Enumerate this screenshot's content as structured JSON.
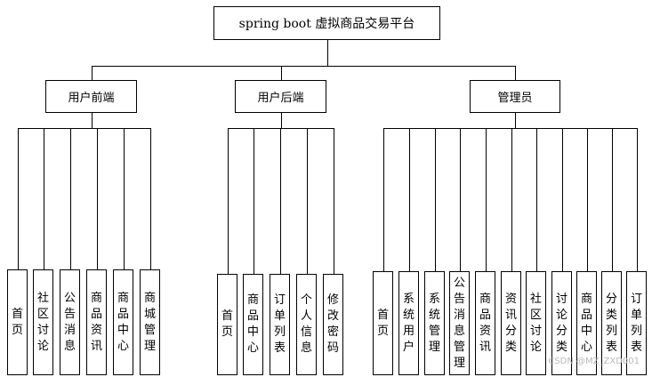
{
  "root": {
    "label": "spring boot 虚拟商品交易平台"
  },
  "categories": [
    {
      "label": "用户前端",
      "items": [
        "首页",
        "社区讨论",
        "公告消息",
        "商品资讯",
        "商品中心",
        "商城管理"
      ]
    },
    {
      "label": "用户后端",
      "items": [
        "首页",
        "商品中心",
        "订单列表",
        "个人信息",
        "修改密码"
      ]
    },
    {
      "label": "管理员",
      "items": [
        "首页",
        "系统用户",
        "系统管理",
        "公告消息管理",
        "商品资讯",
        "资讯分类",
        "社区讨论",
        "讨论分类",
        "商品中心",
        "分类列表",
        "订单列表"
      ]
    }
  ],
  "watermark": "CSDN @MZ_ZXD001"
}
